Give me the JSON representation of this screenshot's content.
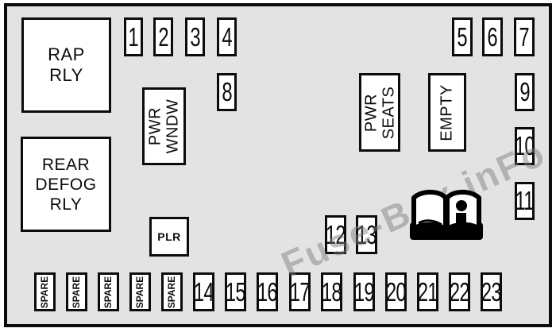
{
  "panel": {
    "background_color": "#e3e3e3",
    "outline_color": "#0c0c0c",
    "box_fill": "#ffffff"
  },
  "relays": {
    "rap": "RAP\nRLY",
    "rear_defog": "REAR\nDEFOG\nRLY"
  },
  "modules": {
    "pwr_wndw": "PWR\nWNDW",
    "pwr_seats": "PWR\nSEATS",
    "empty": "EMPTY",
    "plr": "PLR"
  },
  "fuses": {
    "top_left": [
      "1",
      "2",
      "3",
      "4"
    ],
    "below_top_left": "8",
    "top_right": [
      "5",
      "6",
      "7"
    ],
    "right_column": [
      "9",
      "10",
      "11"
    ],
    "middle": [
      "12",
      "13"
    ],
    "bottom_row": [
      "14",
      "15",
      "16",
      "17",
      "18",
      "19",
      "20",
      "21",
      "22",
      "23"
    ]
  },
  "spares": [
    "SPARE",
    "SPARE",
    "SPARE",
    "SPARE",
    "SPARE"
  ],
  "watermark": "Fuse-Box.inFo",
  "icons": {
    "owners_manual": "open-book-info-icon"
  }
}
